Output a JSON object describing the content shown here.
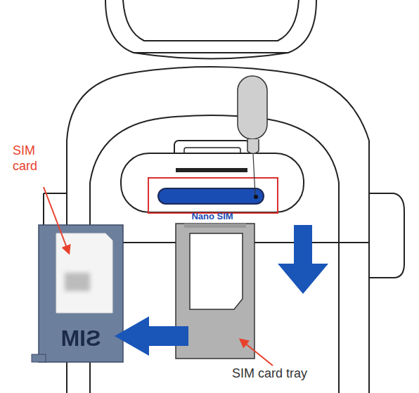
{
  "diagram": {
    "labels": [
      "SIM card",
      "Nano SIM",
      "SIM",
      "SIM card tray"
    ]
  }
}
